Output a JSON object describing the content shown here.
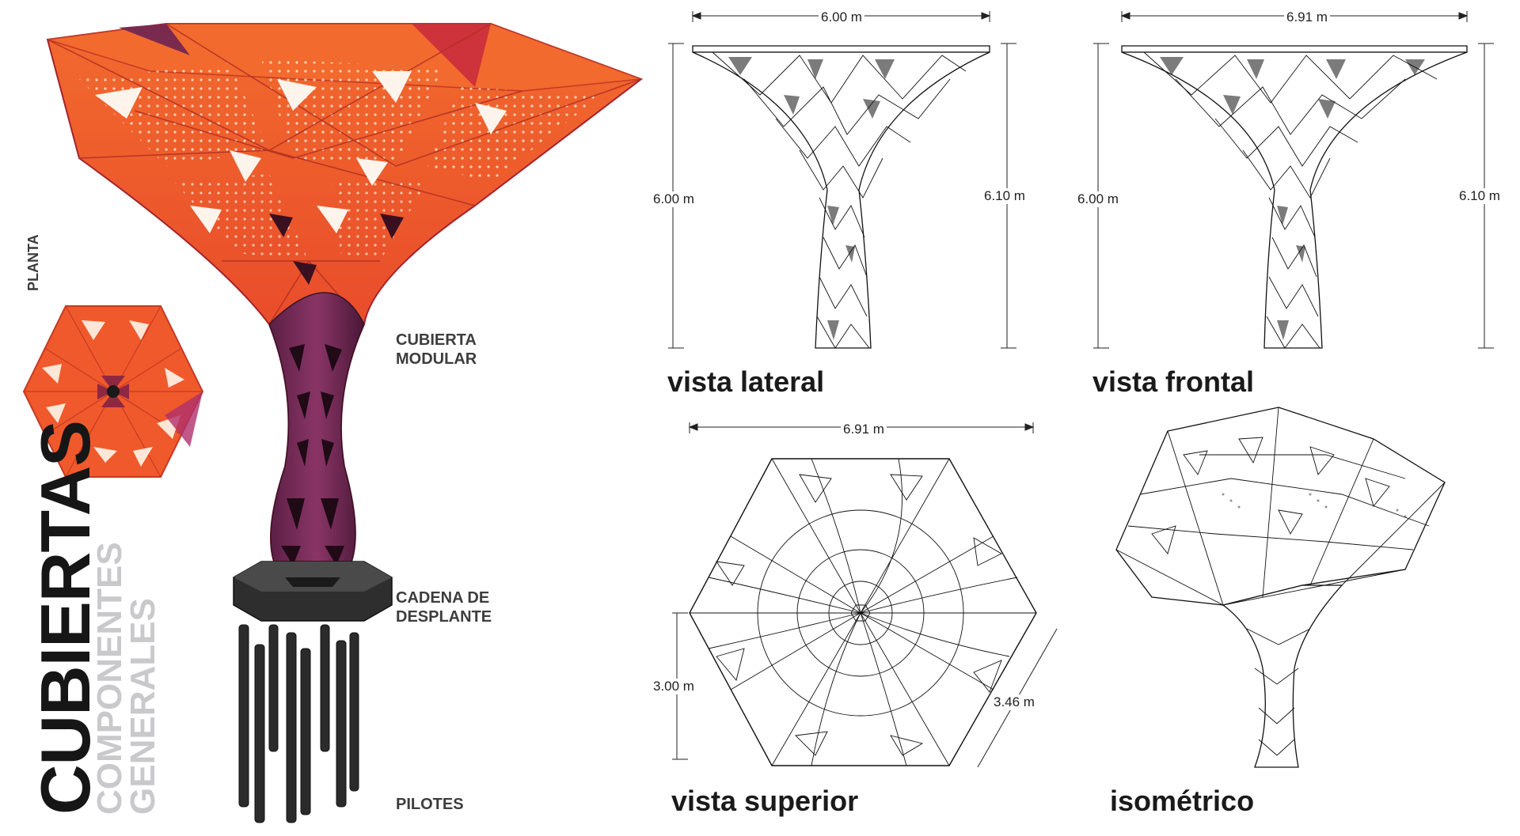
{
  "header": {
    "title": "CUBIERTAS",
    "subtitle_line1": "COMPONENTES",
    "subtitle_line2": "GENERALES",
    "plan_label": "PLANTA"
  },
  "callouts": {
    "cubierta_line1": "CUBIERTA",
    "cubierta_line2": "MODULAR",
    "cadena_line1": "CADENA DE",
    "cadena_line2": "DESPLANTE",
    "pilotes": "PILOTES"
  },
  "views": {
    "lateral": {
      "title": "vista lateral",
      "width": "6.00 m",
      "height_left": "6.00 m",
      "height_right": "6.10 m"
    },
    "frontal": {
      "title": "vista frontal",
      "width": "6.91 m",
      "height_left": "6.00 m",
      "height_right": "6.10 m"
    },
    "superior": {
      "title": "vista superior",
      "width": "6.91 m",
      "half_height": "3.00 m",
      "side": "3.46 m"
    },
    "isometrico": {
      "title": "isométrico"
    }
  },
  "colors": {
    "orange": "#f0592b",
    "red": "#d83a2a",
    "crimson": "#b8263a",
    "purple": "#6e2a52",
    "dark": "#2e2e2e"
  }
}
